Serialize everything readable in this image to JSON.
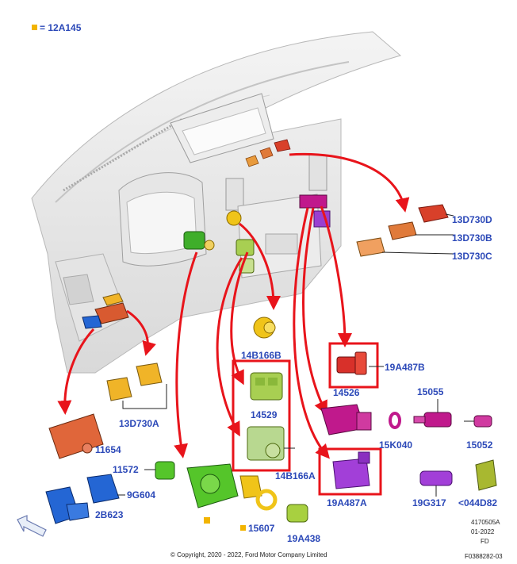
{
  "legend": {
    "equals": "=",
    "part_number": "12A145",
    "swatch_color": "#f2b400"
  },
  "labels": {
    "p13D730D": "13D730D",
    "p13D730B": "13D730B",
    "p13D730C": "13D730C",
    "p14B166B": "14B166B",
    "p19A487B": "19A487B",
    "p14529": "14529",
    "p14526": "14526",
    "p15055": "15055",
    "p15K040": "15K040",
    "p15052": "15052",
    "p13D730A": "13D730A",
    "p11654": "11654",
    "p11572": "11572",
    "p9G604": "9G604",
    "p2B623": "2B623",
    "p14B166A": "14B166A",
    "p19A487A": "19A487A",
    "p15607": "15607",
    "p19A438": "19A438",
    "p19G317": "19G317",
    "p044D82": "<044D82"
  },
  "footer": {
    "copyright": "© Copyright, 2020 - 2022, Ford Motor Company Limited",
    "ref1": "4170505A",
    "ref2": "01-2022",
    "ref3": "FD",
    "ref4": "F0388282-03"
  },
  "colors": {
    "label_blue": "#2c49b8",
    "arrow_red": "#e8141b",
    "callout_box": "#e8141b",
    "orange_part": "#e0663a",
    "yellow_part": "#f0c419",
    "green_part": "#55c52a",
    "lime_part": "#a8cf52",
    "magenta_part": "#c0198c",
    "purple_part": "#a23fd8",
    "blue_part": "#2466d4",
    "red_part": "#d8302a",
    "amber_part": "#e89a3c"
  },
  "icons": [
    "view-direction-arrow-icon"
  ]
}
